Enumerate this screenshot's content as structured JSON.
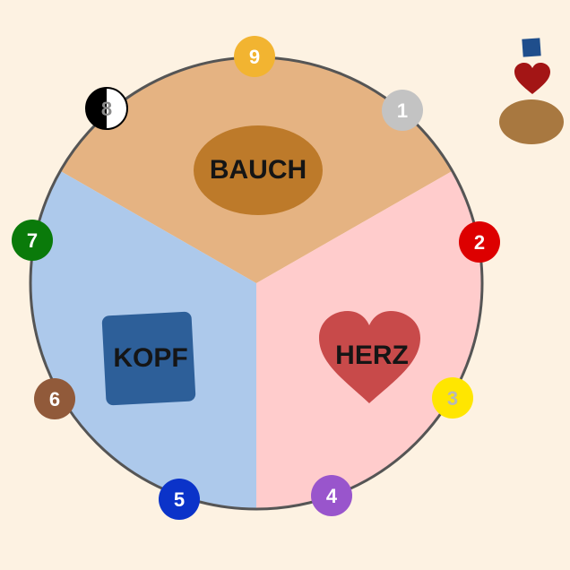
{
  "diagram": {
    "background_color": "#fdf2e2",
    "sections": [
      {
        "id": "bauch",
        "label": "BAUCH",
        "fill": "#e5b382",
        "emblem_color": "#bd7a2a",
        "emblem_shape": "oval"
      },
      {
        "id": "herz",
        "label": "HERZ",
        "fill": "#ffcccc",
        "emblem_color": "#c84a4a",
        "emblem_shape": "heart-icon"
      },
      {
        "id": "kopf",
        "label": "KOPF",
        "fill": "#adc9eb",
        "emblem_color": "#2d5f99",
        "emblem_shape": "square"
      }
    ],
    "points": [
      {
        "number": "9",
        "color": "#f2b431",
        "text_color": "#ffffff"
      },
      {
        "number": "1",
        "color": "#c3c3c3",
        "text_color": "#ffffff"
      },
      {
        "number": "2",
        "color": "#dd0000",
        "text_color": "#ffffff"
      },
      {
        "number": "3",
        "color": "#ffe600",
        "text_color": "#b8b8b8"
      },
      {
        "number": "4",
        "color": "#9955cc",
        "text_color": "#ffffff"
      },
      {
        "number": "5",
        "color": "#0b33c9",
        "text_color": "#ffffff"
      },
      {
        "number": "6",
        "color": "#915a3a",
        "text_color": "#ffffff"
      },
      {
        "number": "7",
        "color": "#0a7a0a",
        "text_color": "#ffffff"
      },
      {
        "number": "8",
        "color": "split-black-white",
        "text_color": "#8a8a8a"
      }
    ],
    "legend_icons": [
      {
        "name": "square-icon",
        "color": "#1f4e8c"
      },
      {
        "name": "heart-icon",
        "color": "#a31515"
      },
      {
        "name": "oval-icon",
        "color": "#a87840"
      }
    ]
  }
}
